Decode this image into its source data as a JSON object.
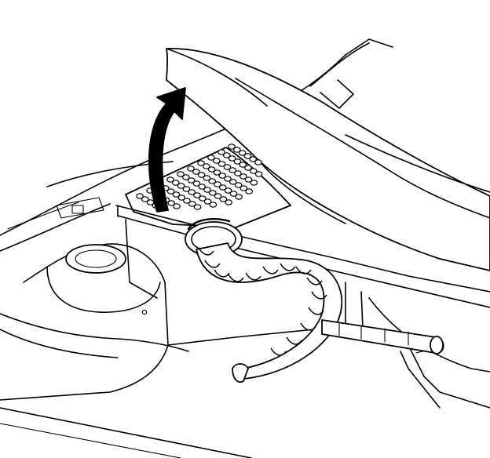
{
  "colors": {
    "line": "#000000",
    "background": "#ffffff",
    "arrow": "#000000"
  },
  "diagram": {
    "grille_hole_rows": [
      4,
      6,
      8,
      9,
      10,
      10,
      10,
      9,
      8,
      6
    ],
    "hose_rib_count": 14
  }
}
